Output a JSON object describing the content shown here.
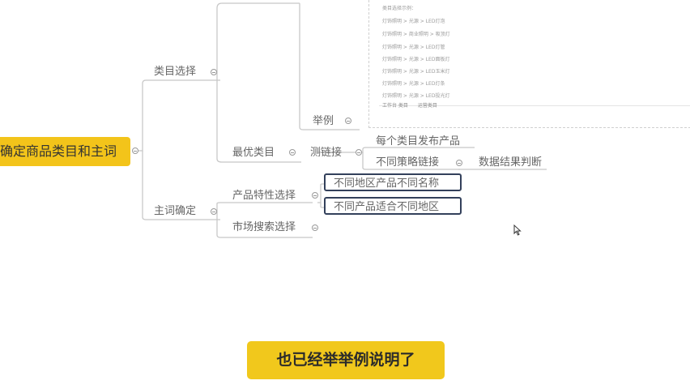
{
  "root": {
    "label": "确定商品类目和主词"
  },
  "branches": {
    "category": {
      "label": "类目选择",
      "example": "举例",
      "best": "最优类目",
      "test_link": "测链接",
      "test_children": [
        "每个类目发布产品",
        "不同策略链接"
      ],
      "judge": "数据结果判断"
    },
    "keyword": {
      "label": "主词确定",
      "feature": "产品特性选择",
      "feature_children": [
        "不同地区产品不同名称",
        "不同产品适合不同地区"
      ],
      "market": "市场搜索选择"
    }
  },
  "screenshot": {
    "header": "类目选择示例：",
    "lines": [
      "灯饰照明 > 光源 > LED灯泡",
      "灯饰照明 > 商业照明 > 吸顶灯",
      "灯饰照明 > 光源 > LED灯管",
      "灯饰照明 > 光源 > LED面板灯",
      "灯饰照明 > 光源 > LED玉米灯",
      "灯饰照明 > 光源 > LED灯条",
      "灯饰照明 > 光源 > LED投光灯"
    ],
    "footer_left": "工作台 类目",
    "footer_right": "运营类目"
  },
  "caption": "也已经举举例说明了",
  "colors": {
    "root_bg": "#f3c41a",
    "caption_bg": "#f1c81c",
    "box_border": "#33405b",
    "line": "#c8c8c8"
  }
}
